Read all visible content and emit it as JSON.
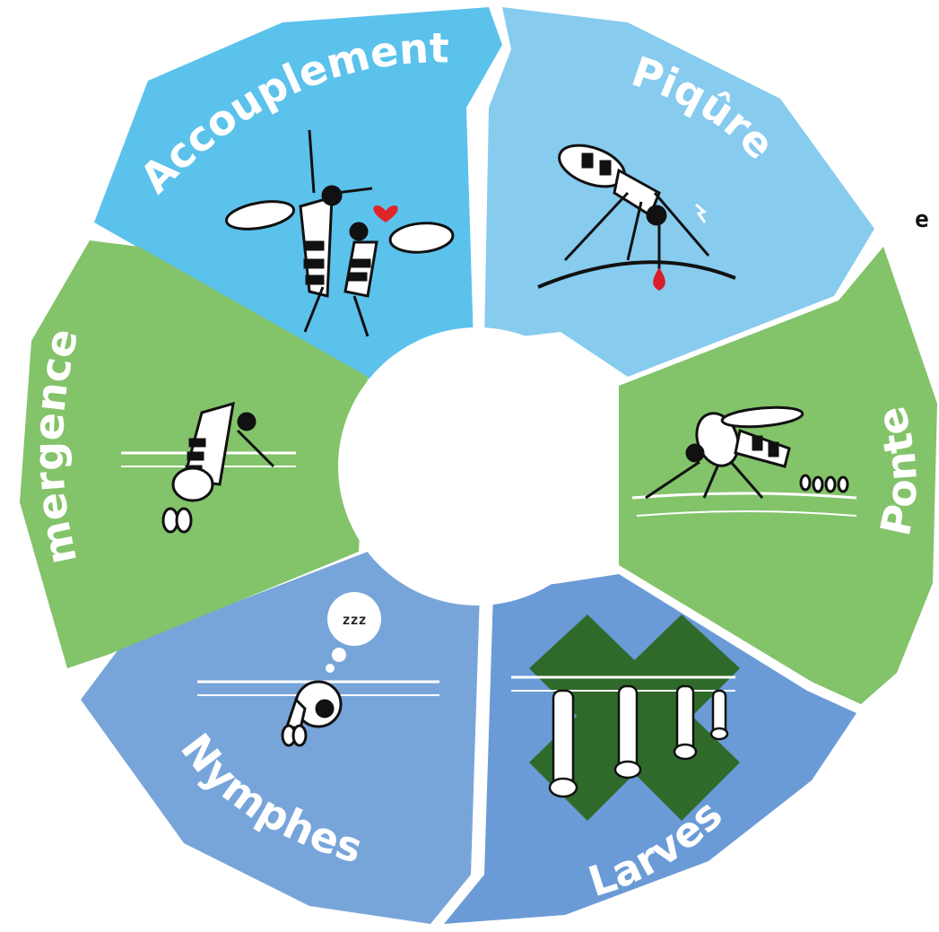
{
  "edge_text": "e !",
  "cycle": {
    "stages": [
      {
        "key": "accouplement",
        "label": "Accouplement",
        "color": "#5bc2ec"
      },
      {
        "key": "piqure",
        "label": "Piqûre",
        "color": "#87cbef"
      },
      {
        "key": "ponte",
        "label": "Ponte",
        "color": "#83c36a"
      },
      {
        "key": "larves",
        "label": "Larves",
        "color": "#6a9bd6"
      },
      {
        "key": "nymphes",
        "label": "Nymphes",
        "color": "#78a5d9"
      },
      {
        "key": "emergences",
        "label": "Emergences",
        "color": "#83c36a"
      }
    ],
    "sleep_bubble": "zzz",
    "cross_color": "#2f6a2a",
    "heart_color": "#e0252a",
    "blood_color": "#d81e2a"
  }
}
